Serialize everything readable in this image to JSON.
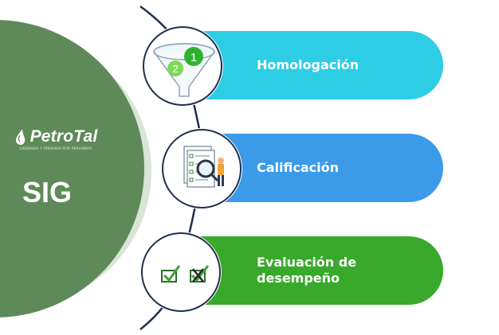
{
  "brand": {
    "logo_text": "PetroTal",
    "tagline": "LIDERADA Y OPERADA POR PERUANOS",
    "system_label": "SIG"
  },
  "steps": [
    {
      "label": "Homologación",
      "icon": "funnel-icon",
      "color": "#2ecde6"
    },
    {
      "label": "Calificación",
      "icon": "document-magnifier-icon",
      "color": "#3b9be8"
    },
    {
      "label": "Evaluación de desempeño",
      "icon": "checkbox-marks-icon",
      "color": "#38a92a"
    }
  ],
  "funnel_badges": [
    "1",
    "2"
  ],
  "colors": {
    "outer_ring": "#d9e5d6",
    "inner_circle": "#5d8a58",
    "connector": "#1e2f4f"
  }
}
